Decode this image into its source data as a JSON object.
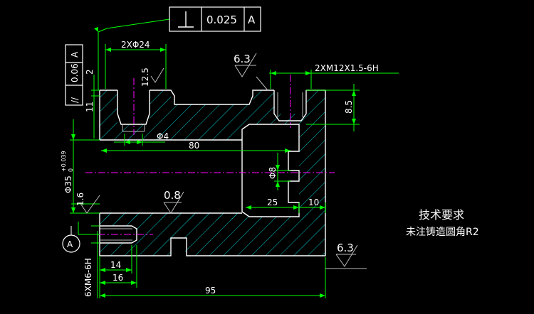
{
  "fcf_top": {
    "symbol": "⊥",
    "tolerance": "0.025",
    "datum": "A"
  },
  "fcf_left": {
    "symbol": "//",
    "tolerance": "0.06",
    "datum": "A"
  },
  "datum_label": "A",
  "dims": {
    "holes_top": "2XΦ24",
    "thread_right": "2XM12X1.5-6H",
    "d2": "2",
    "d11": "11",
    "d4": "Φ4",
    "d80": "80",
    "d8_5": "8.5",
    "d8": "Φ8",
    "d25": "25",
    "d10": "10",
    "d14": "14",
    "d16": "16",
    "d95": "95",
    "thread_left": "6XM6-6H",
    "bore_base": "Φ35",
    "bore_tol": "+0.039",
    "bore_tol_lower": "0"
  },
  "roughness": {
    "r1": "12.5",
    "r2": "6.3",
    "r3": "1.6",
    "r4": "0.8",
    "r5": "6.3"
  },
  "notes": {
    "title": "技术要求",
    "line1": "未注铸造圆角R2"
  }
}
